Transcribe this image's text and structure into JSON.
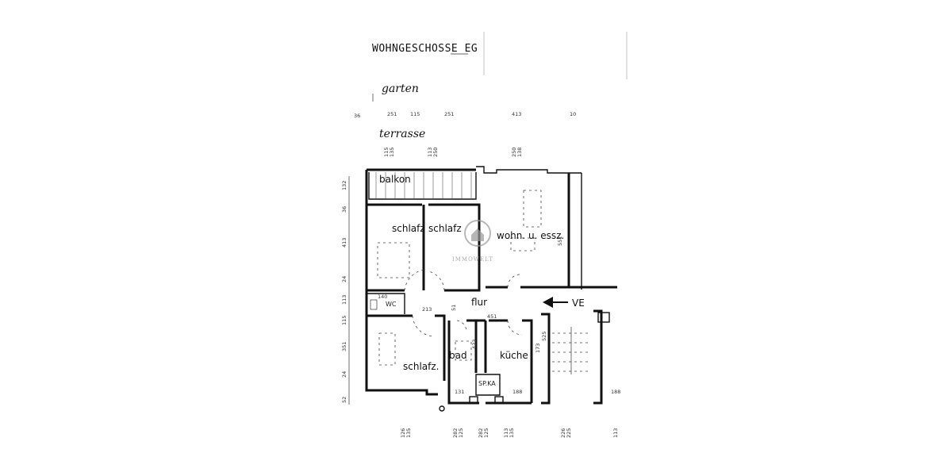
{
  "title": "WOHNGESCHOSSE EG",
  "site_labels": {
    "garden": "garten",
    "terrace": "terrasse"
  },
  "rooms": {
    "balcony": "balkon",
    "bedroom_1": "schlafz",
    "bedroom_2": "schlafz",
    "living": "wohn. u. essz.",
    "hall": "flur",
    "wc": "WC",
    "bedroom_3": "schlafz.",
    "bath": "bad",
    "kitchen": "küche",
    "store": "SP.KA"
  },
  "entrance_label": "VE",
  "watermark": "IMMOWELT",
  "dimensions": {
    "top": [
      "36",
      "251",
      "115",
      "251",
      "413",
      "10"
    ],
    "top_vertical": [
      "115",
      "135",
      "113",
      "250",
      "250",
      "138"
    ],
    "left": [
      "132",
      "36",
      "413",
      "24",
      "113",
      "115",
      "351",
      "24",
      "52"
    ],
    "inner": [
      "140",
      "213",
      "451",
      "51",
      "551",
      "525",
      "423",
      "173",
      "131",
      "188",
      "188"
    ],
    "bottom": [
      "126",
      "135",
      "282",
      "125",
      "282",
      "125",
      "113",
      "135",
      "226",
      "225",
      "113"
    ]
  }
}
